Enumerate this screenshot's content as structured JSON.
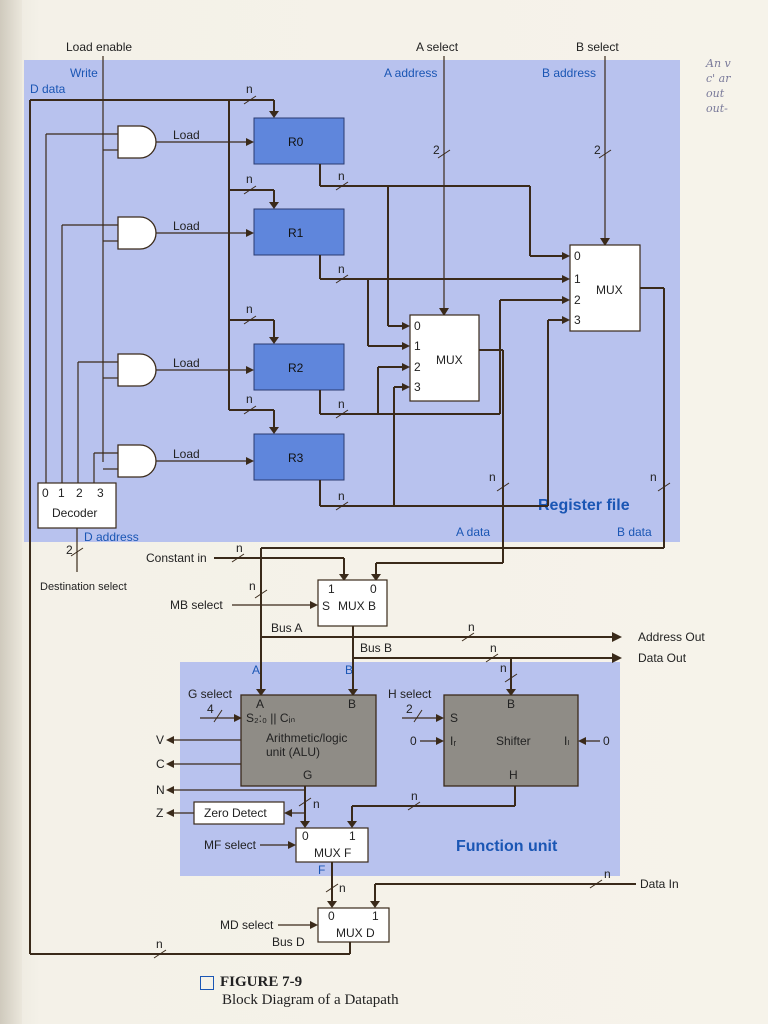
{
  "inputs": {
    "load_enable": "Load enable",
    "a_select": "A select",
    "b_select": "B select",
    "destination_select": "Destination select",
    "constant_in": "Constant in",
    "mb_select": "MB select",
    "g_select": "G select",
    "h_select": "H select",
    "mf_select": "MF select",
    "md_select": "MD select",
    "data_in": "Data In"
  },
  "outputs": {
    "address_out": "Address Out",
    "data_out": "Data Out",
    "v": "V",
    "c": "C",
    "n": "N",
    "z": "Z"
  },
  "register_file": {
    "title": "Register file",
    "write": "Write",
    "d_data": "D data",
    "a_address": "A address",
    "b_address": "B address",
    "d_address": "D address",
    "a_data": "A data",
    "b_data": "B data",
    "registers": [
      "R0",
      "R1",
      "R2",
      "R3"
    ],
    "load_label": "Load",
    "decoder": {
      "label": "Decoder",
      "outputs": [
        "0",
        "1",
        "2",
        "3"
      ]
    },
    "mux_a": {
      "label": "MUX",
      "inputs": [
        "0",
        "1",
        "2",
        "3"
      ]
    },
    "mux_b": {
      "label": "MUX",
      "inputs": [
        "0",
        "1",
        "2",
        "3"
      ]
    }
  },
  "mux_b_block": {
    "label": "MUX B",
    "s": "S",
    "in1": "1",
    "in0": "0"
  },
  "buses": {
    "bus_a": "Bus A",
    "bus_b": "Bus B",
    "bus_d": "Bus D"
  },
  "function_unit": {
    "title": "Function unit",
    "a": "A",
    "b": "B",
    "f": "F",
    "alu": {
      "line1": "Arithmetic/logic",
      "line2": "unit (ALU)",
      "port_a": "A",
      "port_b": "B",
      "port_g": "G",
      "sel": "S₂:₀ || Cᵢₙ"
    },
    "shifter": {
      "label": "Shifter",
      "port_b": "B",
      "port_h": "H",
      "port_s": "S",
      "ir": "Iᵣ",
      "il": "Iₗ",
      "ir_value": "0",
      "il_value": "0"
    },
    "zero_detect": "Zero Detect",
    "mux_f": {
      "label": "MUX F",
      "in0": "0",
      "in1": "1"
    }
  },
  "mux_d": {
    "label": "MUX D",
    "in0": "0",
    "in1": "1"
  },
  "widths": {
    "n": "n",
    "two": "2",
    "four": "4"
  },
  "caption": {
    "figure": "FIGURE 7-9",
    "title": "Block Diagram of a Datapath"
  },
  "margin_note": [
    "An v",
    "c' ar",
    "out",
    "out-"
  ],
  "colors": {
    "panel": "#b8c2ee",
    "register": "#5f86dc",
    "alu": "#8f8c86",
    "label_blue": "#1a56b4",
    "wire": "#3a2a1a"
  }
}
